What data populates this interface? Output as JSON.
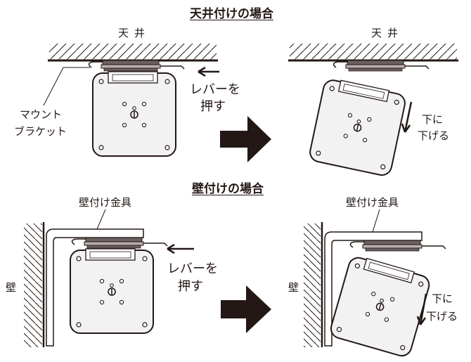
{
  "ceiling_section": {
    "title": "天井付けの場合",
    "ceiling_label": "天井",
    "mount_bracket_label": [
      "マウント",
      "ブラケット"
    ],
    "push_lever_label": [
      "レバーを",
      "押す"
    ],
    "lower_label": [
      "下に",
      "下げる"
    ]
  },
  "wall_section": {
    "title": "壁付けの場合",
    "wall_fitting_label": "壁付け金具",
    "wall_label": "壁",
    "push_lever_label": [
      "レバーを",
      "押す"
    ],
    "lower_label": [
      "下に",
      "下げる"
    ]
  },
  "colors": {
    "line": "#231815",
    "plate": "#f2f2f2",
    "bracket_dark": "#6b6060",
    "bracket_light": "#b8aeae"
  }
}
